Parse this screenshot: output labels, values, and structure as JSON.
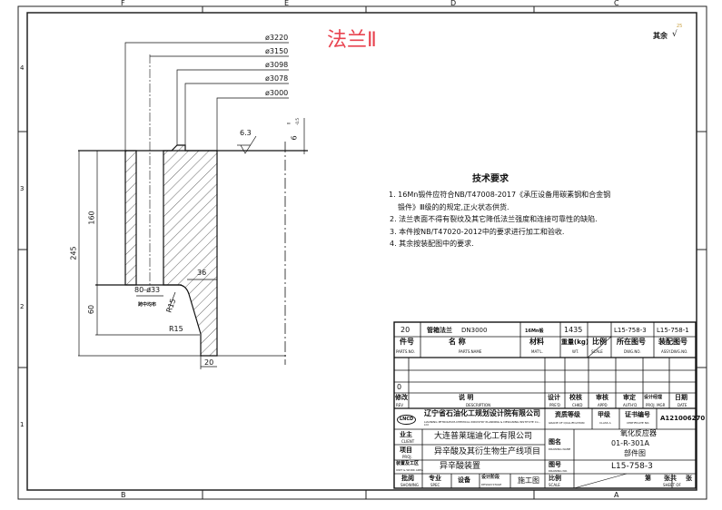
{
  "title": "法兰Ⅱ",
  "title_color": "#e8434f",
  "frame": {
    "columns": [
      "F",
      "E",
      "D",
      "C",
      "B",
      "A"
    ],
    "rows": [
      "4",
      "3",
      "2",
      "1"
    ]
  },
  "roughness_note": {
    "label": "其余",
    "value": "25"
  },
  "dimensions": {
    "diameters": [
      "ø3220",
      "ø3150",
      "ø3098",
      "ø3078",
      "ø3000"
    ],
    "height_total": "245",
    "height_upper": "160",
    "height_lower": "60",
    "holes": "80-ø33",
    "holes_note": "跨中均布",
    "radius1": "R15",
    "radius2": "R15",
    "width_36": "36",
    "width_20": "20",
    "roughness": "6.3",
    "tolerance": "6",
    "tolerance_upper": "0",
    "tolerance_lower": "-0.5"
  },
  "requirements": {
    "heading": "技术要求",
    "items": [
      "1. 16Mn锻件应符合NB/T47008-2017《承压设备用碳素钢和合金钢",
      "锻件》Ⅲ级的的规定,正火状态供货.",
      "2. 法兰表面不得有裂纹及其它降低法兰强度和连接可靠性的缺陷.",
      "3. 本件按NB/T47020-2012中的要求进行加工和验收.",
      "4. 其余按装配图中的要求."
    ]
  },
  "parts_row": {
    "no": "20",
    "name": "管箱法兰",
    "spec": "DN3000",
    "material": "16Mn锻",
    "weight": "1435",
    "dwg_no": "L15-758-3",
    "assy_no": "L15-758-1"
  },
  "parts_header": [
    {
      "cn": "件号",
      "en": "PARTS.NO."
    },
    {
      "cn": "名    称",
      "en": "PARTS.NAME"
    },
    {
      "cn": "材料",
      "en": "MAT'L."
    },
    {
      "cn": "重量(kg)",
      "en": "WT."
    },
    {
      "cn": "比例",
      "en": "SCALE"
    },
    {
      "cn": "所在图号",
      "en": "DWG.NO."
    },
    {
      "cn": "装配图号",
      "en": "ASSY.DWG.NO."
    }
  ],
  "revision": {
    "value": "0",
    "headers": [
      {
        "cn": "修改",
        "en": "REV"
      },
      {
        "cn": "说    明",
        "en": "DESCRIPTION"
      },
      {
        "cn": "设计",
        "en": "PRE'D"
      },
      {
        "cn": "校核",
        "en": "CHKD"
      },
      {
        "cn": "审核",
        "en": "APPD"
      },
      {
        "cn": "审定",
        "en": "AUTH'D"
      },
      {
        "cn": "设计经理",
        "en": "PROJ. MGR"
      },
      {
        "cn": "日期",
        "en": "DATE"
      }
    ]
  },
  "company": {
    "logo": "LNCD",
    "name": "辽宁省石油化工规划设计院有限公司",
    "name_en": "LIAONING PETROLEUM-CHEMICAL INDUSTRY PLANNING & DESIGNING INSTITUTE Co., Ltd",
    "qual_label": "资质等级",
    "qual_en": "GRADE OF QUALIFICATION",
    "qual_value": "甲级",
    "qual_value_en": "CLASS A",
    "cert_label": "证书编号",
    "cert_en": "CERTIFICATE NO.",
    "cert_value": "A121006270"
  },
  "project": {
    "client_label": "业主",
    "client_en": "CLIENT",
    "client": "大连普莱瑞迪化工有限公司",
    "project_label": "项目",
    "project_en": "PROJ.",
    "project": "异辛酸及其衍生物生产线项目",
    "unit_label": "装置及工区",
    "unit_en": "UNIT & WORK AREA",
    "unit": "异辛酸装置",
    "dwg_name_label": "图名",
    "dwg_name_en": "DRAWING NAME",
    "dwg_name": [
      "氧化反应器",
      "01-R-301A",
      "部件图"
    ],
    "dwg_no_label": "图号",
    "dwg_no_en": "DRAWING NO.",
    "dwg_no": "L15-758-3"
  },
  "bottom_row": [
    {
      "cn": "批阅",
      "en": "SHOWING"
    },
    {
      "cn": "专业",
      "en": "SPEC"
    },
    {
      "cn": "设备",
      "en": ""
    },
    {
      "cn": "设计阶段",
      "en": "DESIGN STAGE"
    },
    {
      "cn": "施工图",
      "en": ""
    },
    {
      "cn": "比例",
      "en": "SCALE"
    },
    {
      "cn": "第",
      "en": ""
    },
    {
      "cn": "张共",
      "en": "SHEET OF"
    },
    {
      "cn": "张",
      "en": ""
    }
  ]
}
